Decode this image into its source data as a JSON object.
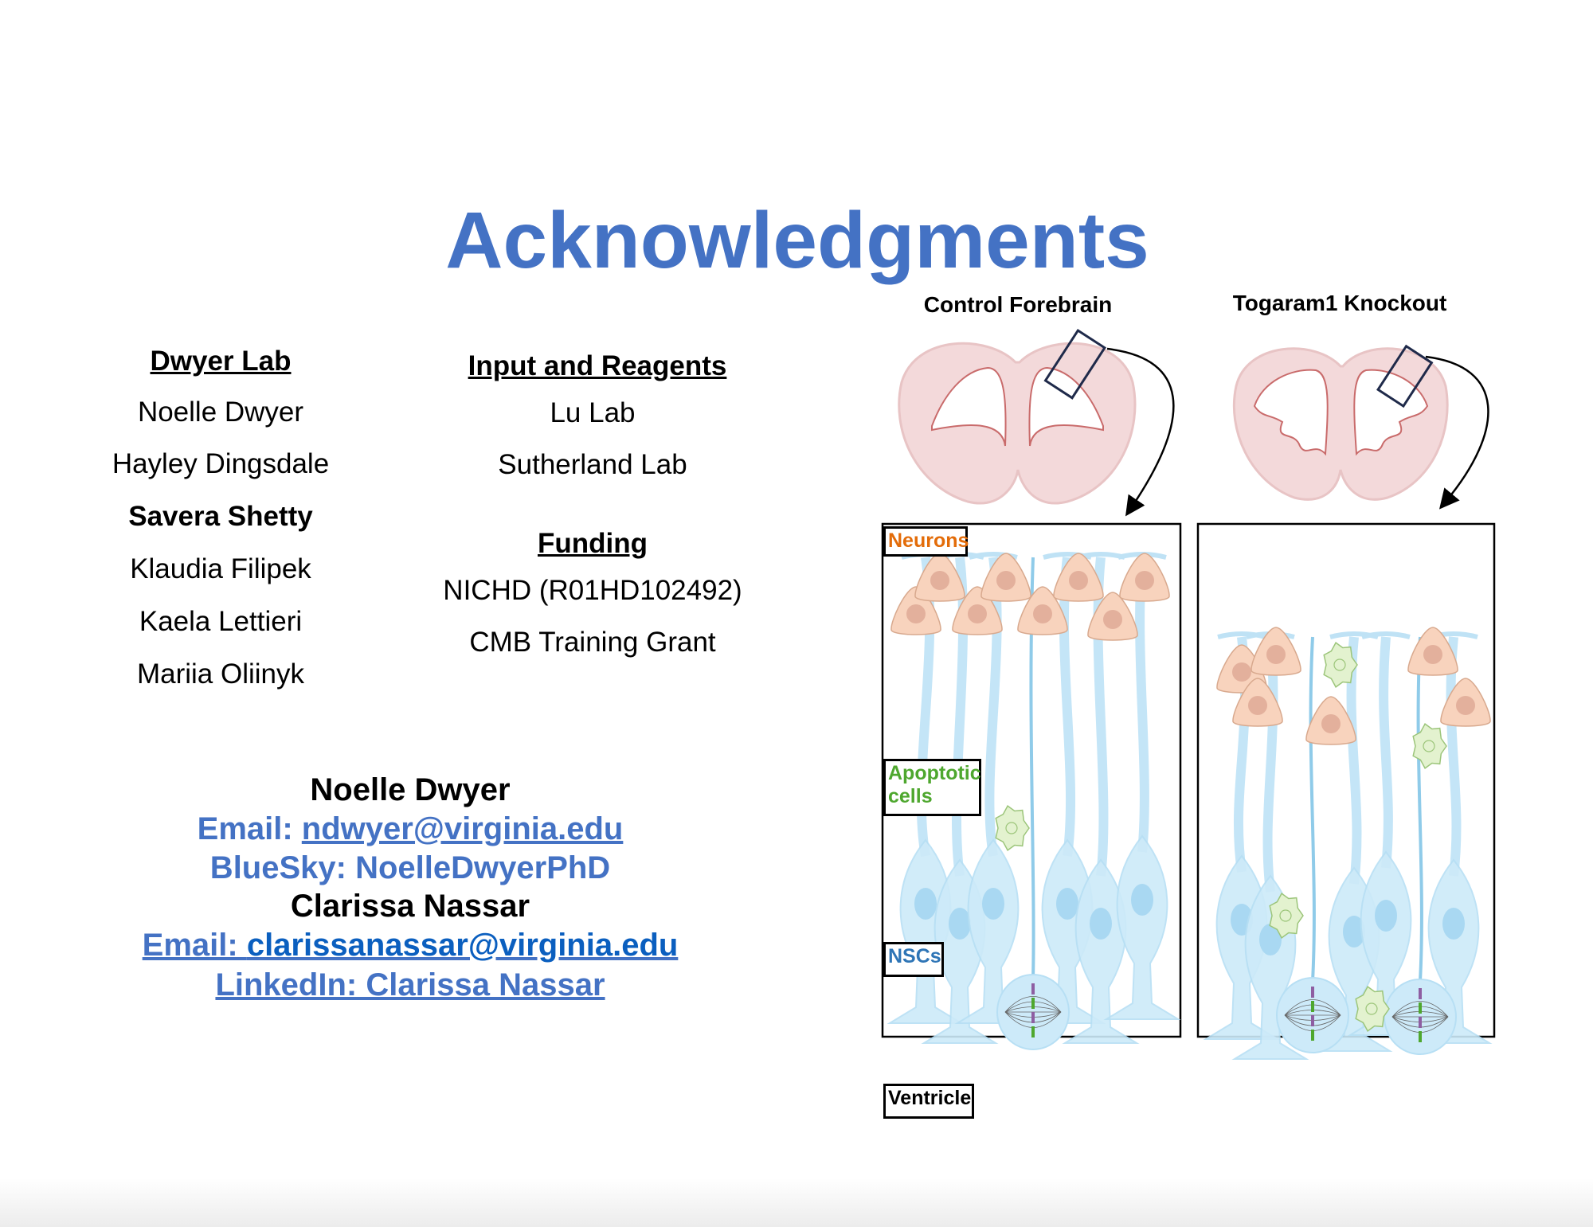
{
  "title": "Acknowledgments",
  "dwyer_lab": {
    "heading": "Dwyer Lab",
    "members": [
      "Noelle Dwyer",
      "Hayley Dingsdale",
      "Savera Shetty",
      "Klaudia Filipek",
      "Kaela Lettieri",
      "Mariia Oliinyk"
    ]
  },
  "input_reagents": {
    "heading": "Input and Reagents",
    "items": [
      "Lu Lab",
      "Sutherland Lab"
    ]
  },
  "funding": {
    "heading": "Funding",
    "items": [
      "NICHD (R01HD102492)",
      "CMB Training Grant"
    ]
  },
  "contacts": {
    "name1": "Noelle Dwyer",
    "email1_label": "Email: ",
    "email1": "ndwyer@virginia.edu",
    "bluesky": "BlueSky: NoelleDwyerPhD",
    "name2": "Clarissa Nassar",
    "email2_label": "Email: ",
    "email2": "clarissanassar@virginia.edu",
    "linkedin": "LinkedIn: Clarissa Nassar"
  },
  "diagram": {
    "control_label": "Control Forebrain",
    "knockout_label": "Togaram1 Knockout",
    "tags": {
      "neurons": "Neurons",
      "apoptotic": "Apoptotic cells",
      "nscs": "NSCs",
      "ventricle": "Ventricle"
    },
    "colors": {
      "neurons": "#e36c09",
      "apoptotic": "#4ea72e",
      "nscs": "#2e75b6",
      "title": "#4472c4"
    }
  }
}
